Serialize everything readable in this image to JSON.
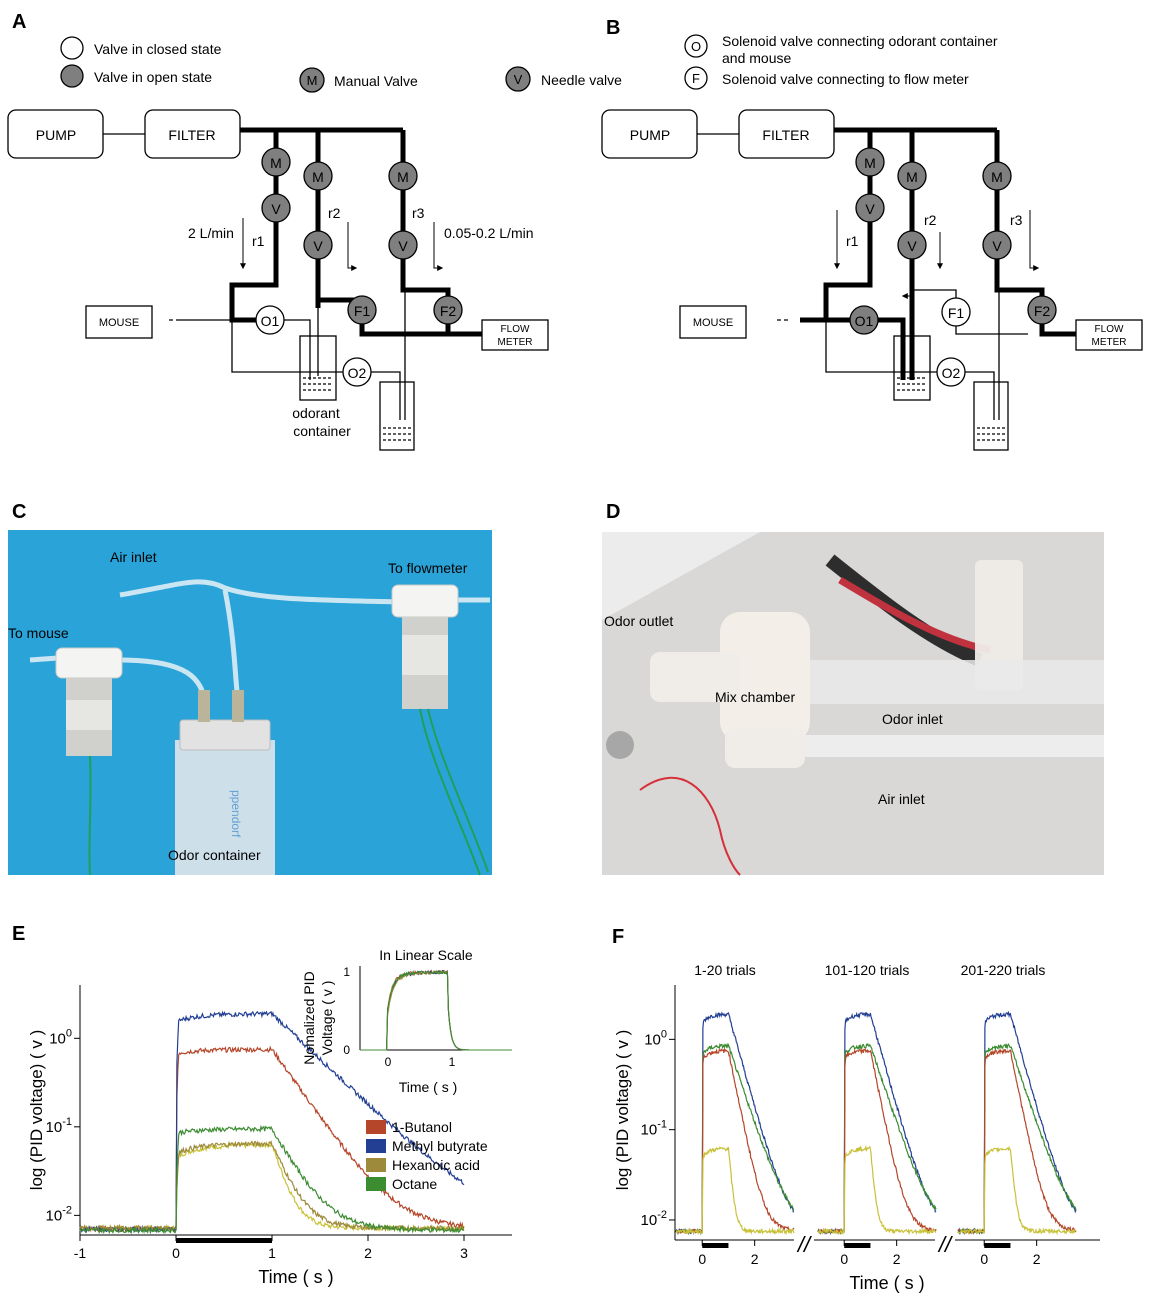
{
  "panels": {
    "A": {
      "letter": "A",
      "legend": {
        "closed": "Valve in closed state",
        "open": "Valve in open state",
        "manual_symbol": "M",
        "manual": "Manual Valve",
        "needle_symbol": "V",
        "needle": "Needle valve"
      },
      "labels": {
        "pump": "PUMP",
        "filter": "FILTER",
        "mouse": "MOUSE",
        "flow_meter_1": "FLOW",
        "flow_meter_2": "METER",
        "rate_left": "2 L/min",
        "rate_right": "0.05-0.2 L/min",
        "r1": "r1",
        "r2": "r2",
        "r3": "r3",
        "o1": "O1",
        "o2": "O2",
        "f1": "F1",
        "f2": "F2",
        "m": "M",
        "v": "V",
        "odorant_1": "odorant",
        "odorant_2": "container"
      }
    },
    "B": {
      "letter": "B",
      "legend": {
        "o_symbol": "O",
        "o_line1": "Solenoid valve connecting odorant container",
        "o_line2": "and mouse",
        "f_symbol": "F",
        "f_line": "Solenoid valve connecting to flow meter"
      },
      "labels": {
        "pump": "PUMP",
        "filter": "FILTER",
        "mouse": "MOUSE",
        "flow_meter_1": "FLOW",
        "flow_meter_2": "METER",
        "r1": "r1",
        "r2": "r2",
        "r3": "r3",
        "o1": "O1",
        "o2": "O2",
        "f1": "F1",
        "f2": "F2",
        "m": "M",
        "v": "V"
      }
    },
    "C": {
      "letter": "C",
      "labels": {
        "air_inlet": "Air inlet",
        "to_flowmeter": "To flowmeter",
        "to_mouse": "To mouse",
        "odor_container": "Odor container"
      }
    },
    "D": {
      "letter": "D",
      "labels": {
        "odor_outlet": "Odor outlet",
        "mix_chamber": "Mix chamber",
        "odor_inlet": "Odor inlet",
        "air_inlet": "Air inlet"
      }
    },
    "E": {
      "letter": "E",
      "inset_title": "In Linear Scale",
      "inset_ylabel_1": "Nomalized PID",
      "inset_ylabel_2": "Voltage ( v )",
      "inset_xlabel": "Time ( s )",
      "inset_xticks": [
        "0",
        "1"
      ],
      "inset_yticks": [
        "0",
        "1"
      ]
    },
    "F": {
      "letter": "F",
      "group_titles": [
        "1-20 trials",
        "101-120 trials",
        "201-220 trials"
      ],
      "xticks": [
        "0",
        "2"
      ],
      "break_mark": "//"
    }
  },
  "chart_data": [
    {
      "id": "E",
      "type": "line",
      "xlabel": "Time ( s )",
      "ylabel": "log (PID voltage) ( v )",
      "yscale": "log",
      "xlim": [
        -1,
        3.5
      ],
      "ylim": [
        0.006,
        4
      ],
      "xticks": [
        "-1",
        "0",
        "1",
        "2",
        "3"
      ],
      "yticks": [
        {
          "value": 1,
          "base": "10",
          "exp": "0"
        },
        {
          "value": 0.1,
          "base": "10",
          "exp": "-1"
        },
        {
          "value": 0.01,
          "base": "10",
          "exp": "-2"
        }
      ],
      "stimulus_bar": [
        0,
        1
      ],
      "legend_position": "right",
      "series": [
        {
          "name": "1-Butanol",
          "color": "#b5462a",
          "baseline": 0.007,
          "plateau": 0.75,
          "rise_start": 0.68,
          "tau_off": 0.28
        },
        {
          "name": "Methyl butyrate",
          "color": "#233f93",
          "baseline": 0.007,
          "plateau": 1.9,
          "rise_start": 1.55,
          "tau_off": 0.42
        },
        {
          "name": "Hexanoic acid",
          "color": "#9d8a3a",
          "baseline": 0.0072,
          "plateau": 0.065,
          "rise_start": 0.05,
          "tau_off": 0.16
        },
        {
          "name": "Octane",
          "color": "#3c8c32",
          "baseline": 0.0068,
          "plateau": 0.095,
          "rise_start": 0.085,
          "tau_off": 0.22
        }
      ],
      "extra_traces": [
        {
          "color": "#c8c23a",
          "baseline": 0.0072,
          "plateau": 0.063,
          "rise_start": 0.045,
          "tau_off": 0.12
        }
      ]
    },
    {
      "id": "F",
      "type": "line",
      "xlabel": "Time ( s )",
      "ylabel": "log (PID voltage) ( v )",
      "yscale": "log",
      "ylim": [
        0.006,
        4
      ],
      "yticks": [
        {
          "value": 1,
          "base": "10",
          "exp": "0"
        },
        {
          "value": 0.1,
          "base": "10",
          "exp": "-1"
        },
        {
          "value": 0.01,
          "base": "10",
          "exp": "-2"
        }
      ],
      "group_xlim": [
        -1,
        3.5
      ],
      "stimulus_bar": [
        0,
        1
      ],
      "series_colors": [
        "#233f93",
        "#3c8c32",
        "#b5462a",
        "#c8c23a"
      ],
      "series_plateaus": [
        1.9,
        0.85,
        0.75,
        0.062
      ],
      "series_tau_off": [
        0.42,
        0.5,
        0.3,
        0.12
      ]
    }
  ]
}
